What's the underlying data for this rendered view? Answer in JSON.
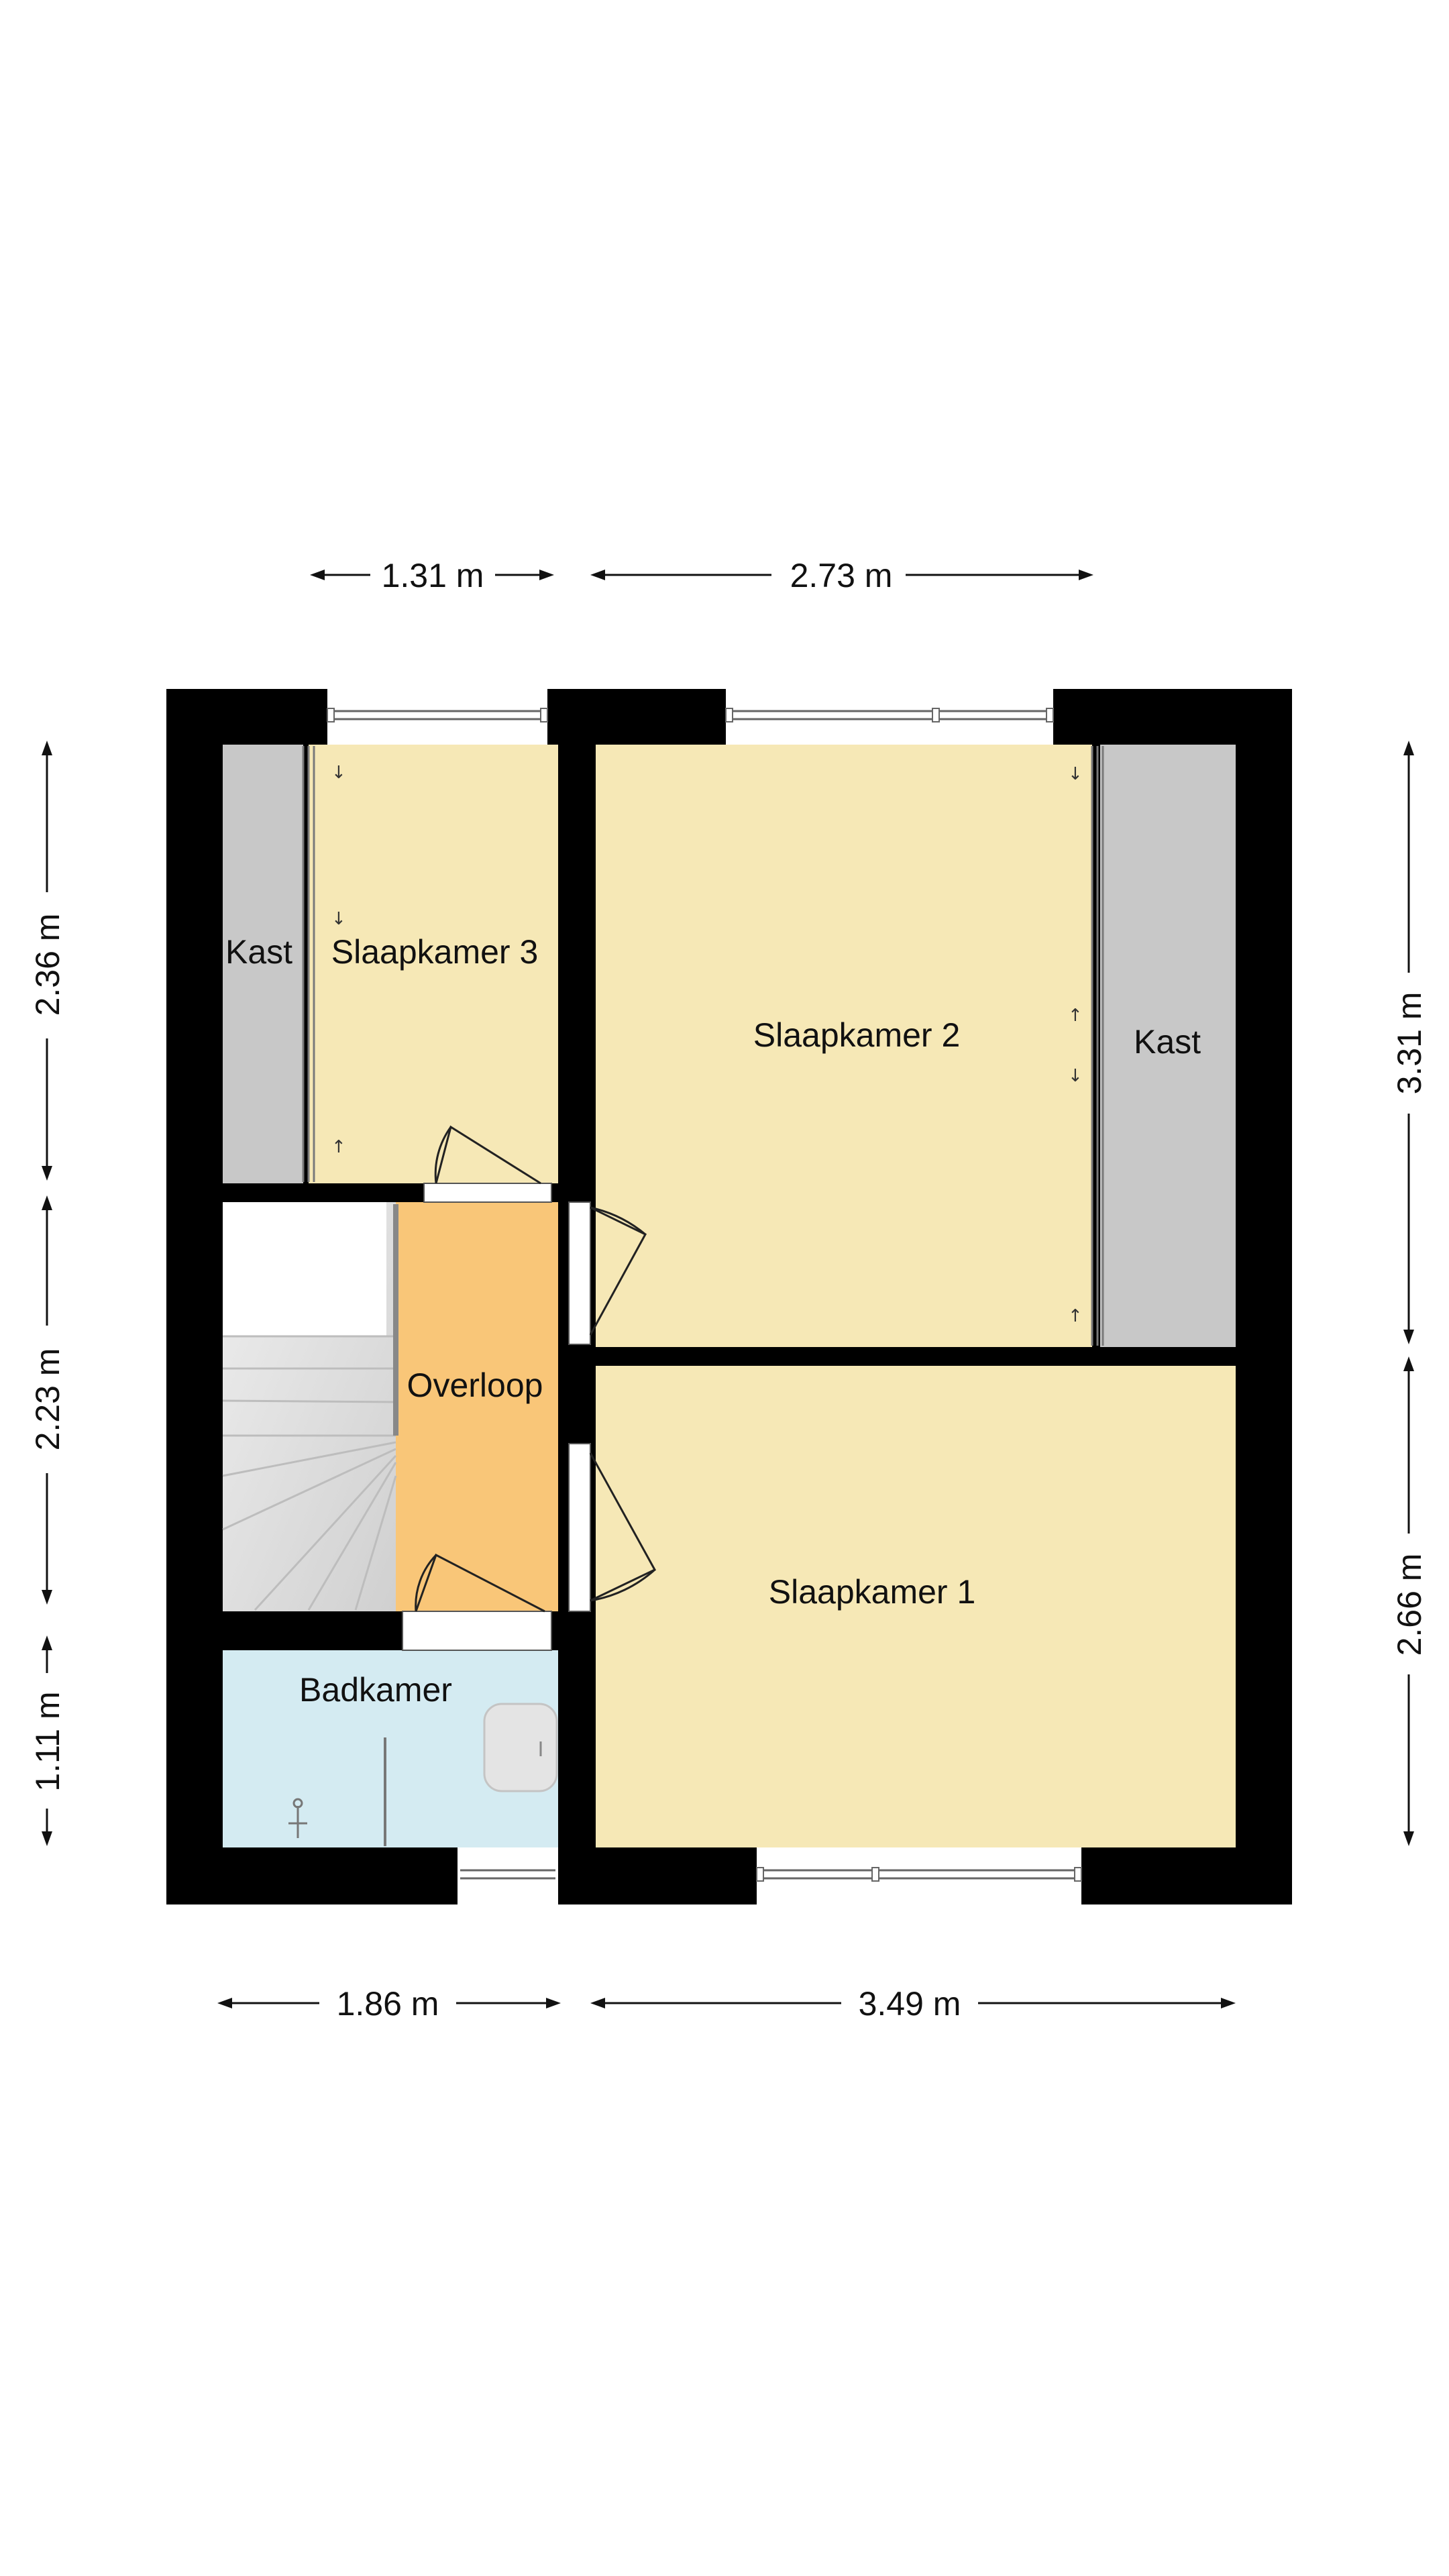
{
  "rooms": {
    "kast_left": "Kast",
    "slaapkamer_3": "Slaapkamer 3",
    "slaapkamer_2": "Slaapkamer 2",
    "kast_right": "Kast",
    "overloop": "Overloop",
    "slaapkamer_1": "Slaapkamer 1",
    "badkamer": "Badkamer"
  },
  "dimensions": {
    "top_left": "1.31 m",
    "top_right": "2.73 m",
    "bottom_left": "1.86 m",
    "bottom_right": "3.49 m",
    "left_top": "2.36 m",
    "left_middle": "2.23 m",
    "left_bottom": "1.11 m",
    "right_top": "3.31 m",
    "right_bottom": "2.66 m"
  },
  "colors": {
    "wall": "#000000",
    "bedroom": "#f6e8b6",
    "closet": "#c8c8c8",
    "landing": "#f9c678",
    "bathroom": "#d4ebf2",
    "stairs": "#e2e2e2"
  }
}
